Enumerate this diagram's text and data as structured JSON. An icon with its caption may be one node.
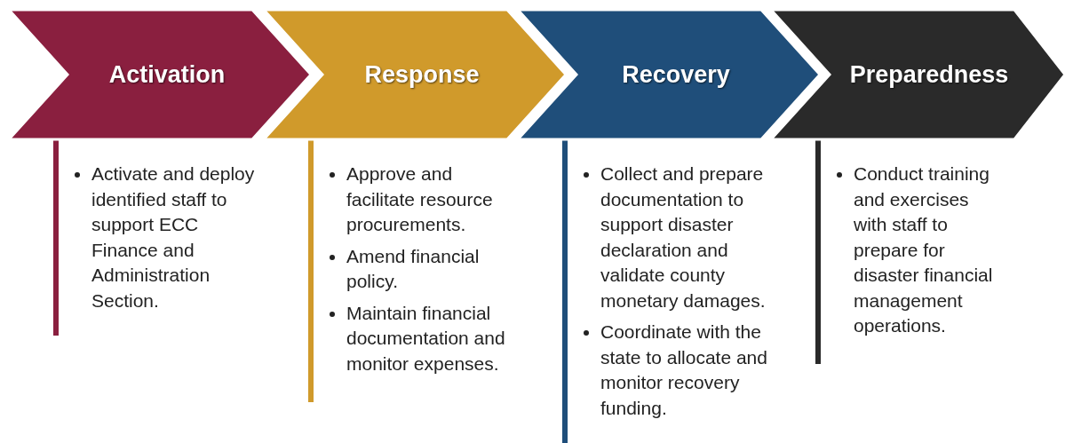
{
  "diagram": {
    "nodes": [
      {
        "text": [
          "Activation"
        ]
      },
      {
        "text": [
          "Response"
        ]
      },
      {
        "text": [
          "Recovery"
        ]
      },
      {
        "text": [
          "Preparedness"
        ]
      }
    ],
    "edges": [],
    "labels": [
      "Activate and deploy identified staff to support ECC Finance and Administration Section.",
      "Approve and facilitate resource procurements.",
      "Amend financial policy.",
      "Maintain financial documentation and monitor expenses.",
      "Collect and prepare documentation to support disaster declaration and validate county monetary damages.",
      "Coordinate with the state to allocate and monitor recovery funding.",
      "Conduct training and exercises with staff to prepare for disaster financial management operations."
    ]
  }
}
